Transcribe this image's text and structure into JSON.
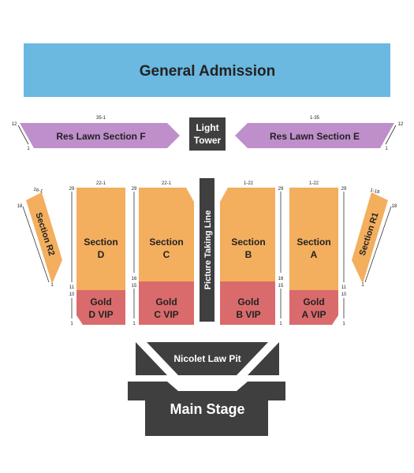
{
  "colors": {
    "general_admission": "#6bb8e0",
    "lawn": "#bf8fcb",
    "reserved": "#f3ae5e",
    "gold_vip": "#d96b6c",
    "dark": "#3f3f3f",
    "text": "#222222"
  },
  "general_admission": {
    "label": "General Admission"
  },
  "light_tower": {
    "line1": "Light",
    "line2": "Tower"
  },
  "lawn_f": {
    "label": "Res Lawn Section F",
    "row_top": "35-1",
    "left_top": "12",
    "left_bottom": "1"
  },
  "lawn_e": {
    "label": "Res Lawn Section E",
    "row_top": "1-35",
    "right_top": "12",
    "right_bottom": "1"
  },
  "picture_line": {
    "label": "Picture Taking Line"
  },
  "section_r2": {
    "label": "Section R2",
    "seats": "16-1",
    "row_top": "18",
    "row_bottom": "1"
  },
  "section_r1": {
    "label": "Section R1",
    "seats": "1-18",
    "row_top": "18",
    "row_bottom": "1"
  },
  "section_d": {
    "line1": "Section",
    "line2": "D",
    "seats": "22-1"
  },
  "section_c": {
    "line1": "Section",
    "line2": "C",
    "seats": "22-1"
  },
  "section_b": {
    "line1": "Section",
    "line2": "B",
    "seats": "1-22"
  },
  "section_a": {
    "line1": "Section",
    "line2": "A",
    "seats": "1-22"
  },
  "gold_d": {
    "line1": "Gold",
    "line2": "D VIP"
  },
  "gold_c": {
    "line1": "Gold",
    "line2": "C VIP"
  },
  "gold_b": {
    "line1": "Gold",
    "line2": "B VIP"
  },
  "gold_a": {
    "line1": "Gold",
    "line2": "A VIP"
  },
  "rows": {
    "col1": {
      "top": "29",
      "mid1": "11",
      "mid2": "10",
      "bottom": "1"
    },
    "col2": {
      "top": "29",
      "mid1": "16",
      "mid2": "15",
      "bottom": "1"
    },
    "col3": {
      "top": "29",
      "mid1": "16",
      "mid2": "15",
      "bottom": "1"
    },
    "col4": {
      "top": "29",
      "mid1": "11",
      "mid2": "10",
      "bottom": "1"
    }
  },
  "pit": {
    "label": "Nicolet Law Pit"
  },
  "stage": {
    "label": "Main Stage"
  }
}
